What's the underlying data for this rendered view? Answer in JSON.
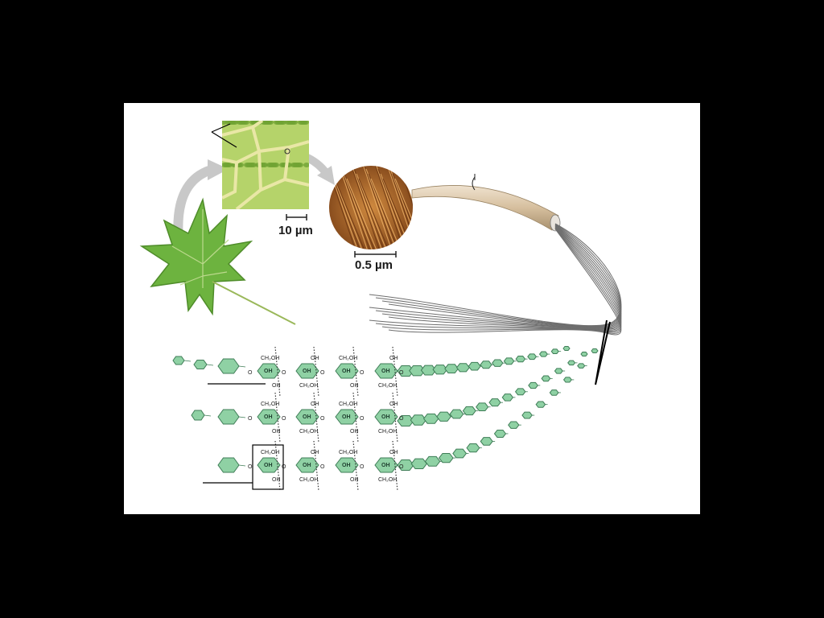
{
  "scale_bars": {
    "cell_scale_label": "10 µm",
    "microfibril_scale_label": "0.5 µm"
  },
  "molecule_labels": {
    "ch2oh": "CH₂OH",
    "oh": "OH",
    "o": "O"
  },
  "colors": {
    "background": "#000000",
    "panel": "#ffffff",
    "leaf_green": "#6db33f",
    "cell_green": "#a8c85a",
    "microfibril_brown": "#b36a2a",
    "glucose_fill": "#8fd1a4",
    "glucose_stroke": "#3f7d57",
    "fiber_tan": "#d9c3a3",
    "strand_gray": "#6e6e6e"
  },
  "icons": {
    "leaf": "maple-leaf-icon",
    "arrow": "curved-arrow-icon"
  }
}
